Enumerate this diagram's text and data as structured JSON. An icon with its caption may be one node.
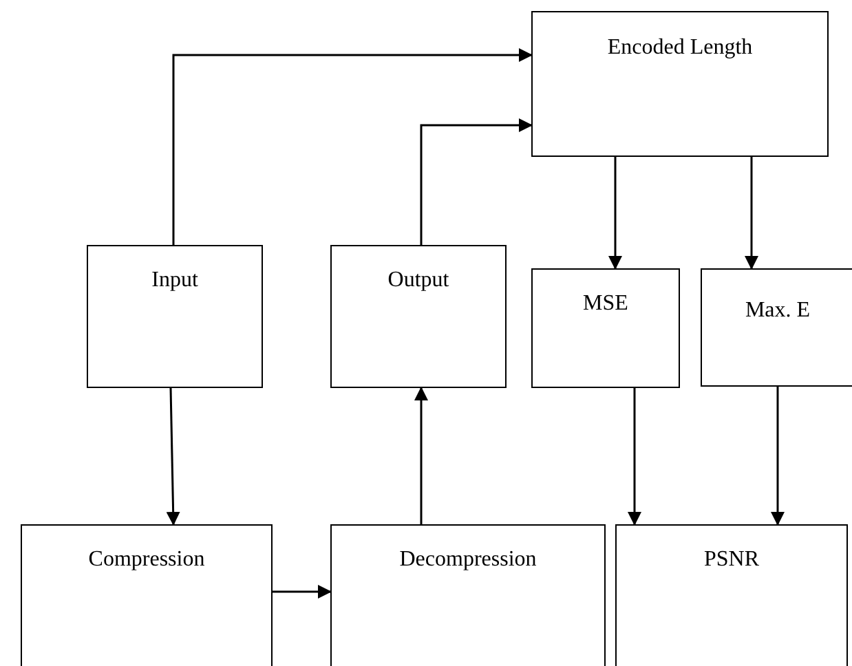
{
  "diagram": {
    "nodes": [
      {
        "text": [
          "Encoded Length"
        ]
      },
      {
        "text": [
          "Input"
        ]
      },
      {
        "text": [
          "Output"
        ]
      },
      {
        "text": [
          "MSE"
        ]
      },
      {
        "text": [
          "Max. E"
        ]
      },
      {
        "text": [
          "Compression"
        ]
      },
      {
        "text": [
          "Decompression"
        ]
      },
      {
        "text": [
          "PSNR"
        ]
      }
    ],
    "edges": [
      {
        "from": 1,
        "to": 0,
        "arrow": "to"
      },
      {
        "from": 2,
        "to": 0,
        "arrow": "to"
      },
      {
        "from": 0,
        "to": 3,
        "arrow": "to"
      },
      {
        "from": 0,
        "to": 4,
        "arrow": "to"
      },
      {
        "from": 1,
        "to": 5,
        "arrow": "to"
      },
      {
        "from": 6,
        "to": 2,
        "arrow": "to"
      },
      {
        "from": 3,
        "to": 7,
        "arrow": "to"
      },
      {
        "from": 4,
        "to": 7,
        "arrow": "to"
      },
      {
        "from": 5,
        "to": 6,
        "arrow": "to"
      }
    ]
  }
}
